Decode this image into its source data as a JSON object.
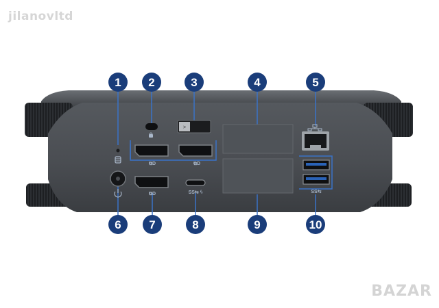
{
  "watermarks": {
    "top_left": "jilanovltd",
    "bottom_right": "BAZAR"
  },
  "callouts": [
    {
      "number": "1",
      "port": "hdd-activity-led"
    },
    {
      "number": "2",
      "port": "security-lock-slot"
    },
    {
      "number": "3",
      "port": "chassis-lock"
    },
    {
      "number": "4",
      "port": "expansion-slot-top"
    },
    {
      "number": "5",
      "port": "rj45-ethernet"
    },
    {
      "number": "6",
      "port": "power-connector"
    },
    {
      "number": "7",
      "port": "displayport-pair"
    },
    {
      "number": "8",
      "port": "usb-c-thunderbolt"
    },
    {
      "number": "9",
      "port": "expansion-slot-bottom"
    },
    {
      "number": "10",
      "port": "usb-a-pair"
    }
  ],
  "colors": {
    "callout_circle": "#1a3d7a",
    "callout_line": "#3a73c8",
    "chassis": "#4e5257",
    "chassis_dark": "#2c2e31",
    "port": "#111214",
    "icon": "#a9b7c9"
  }
}
